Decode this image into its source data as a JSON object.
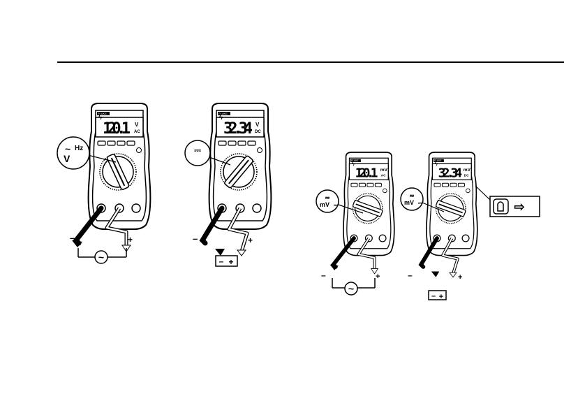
{
  "meters": [
    {
      "id": "m1",
      "brand": "FLUKE",
      "reading": "120.1",
      "unit": "V",
      "mode": "AC",
      "dial_callout": {
        "symbol": "~",
        "unit": "V",
        "extra": "Hz"
      },
      "source": "~",
      "neg_label": "–",
      "pos_label": "+"
    },
    {
      "id": "m2",
      "brand": "FLUKE",
      "reading": "32.34",
      "unit": "V",
      "mode": "DC",
      "dial_callout": {
        "symbol": "⎓",
        "unit": "",
        "extra": ""
      },
      "source": "battery",
      "neg_label": "–",
      "pos_label": "+",
      "battery_neg": "–",
      "battery_pos": "+"
    },
    {
      "id": "m3",
      "brand": "FLUKE",
      "reading": "120.1",
      "unit": "mV",
      "mode": "AC",
      "dial_callout": {
        "symbol": "≂",
        "unit": "mV",
        "extra": "⎓"
      },
      "source": "~",
      "neg_label": "–",
      "pos_label": "+"
    },
    {
      "id": "m4",
      "brand": "FLUKE",
      "reading": "32.34",
      "unit": "mV",
      "mode": "DC",
      "dial_callout": {
        "symbol": "≂",
        "unit": "mV",
        "extra": "⎓"
      },
      "source": "battery",
      "neg_label": "–",
      "pos_label": "+",
      "battery_neg": "–",
      "battery_pos": "+",
      "button_callout": "⇨"
    }
  ],
  "colors": {
    "ink": "#000000",
    "paper": "#ffffff",
    "shade": "#bfbfbf"
  }
}
